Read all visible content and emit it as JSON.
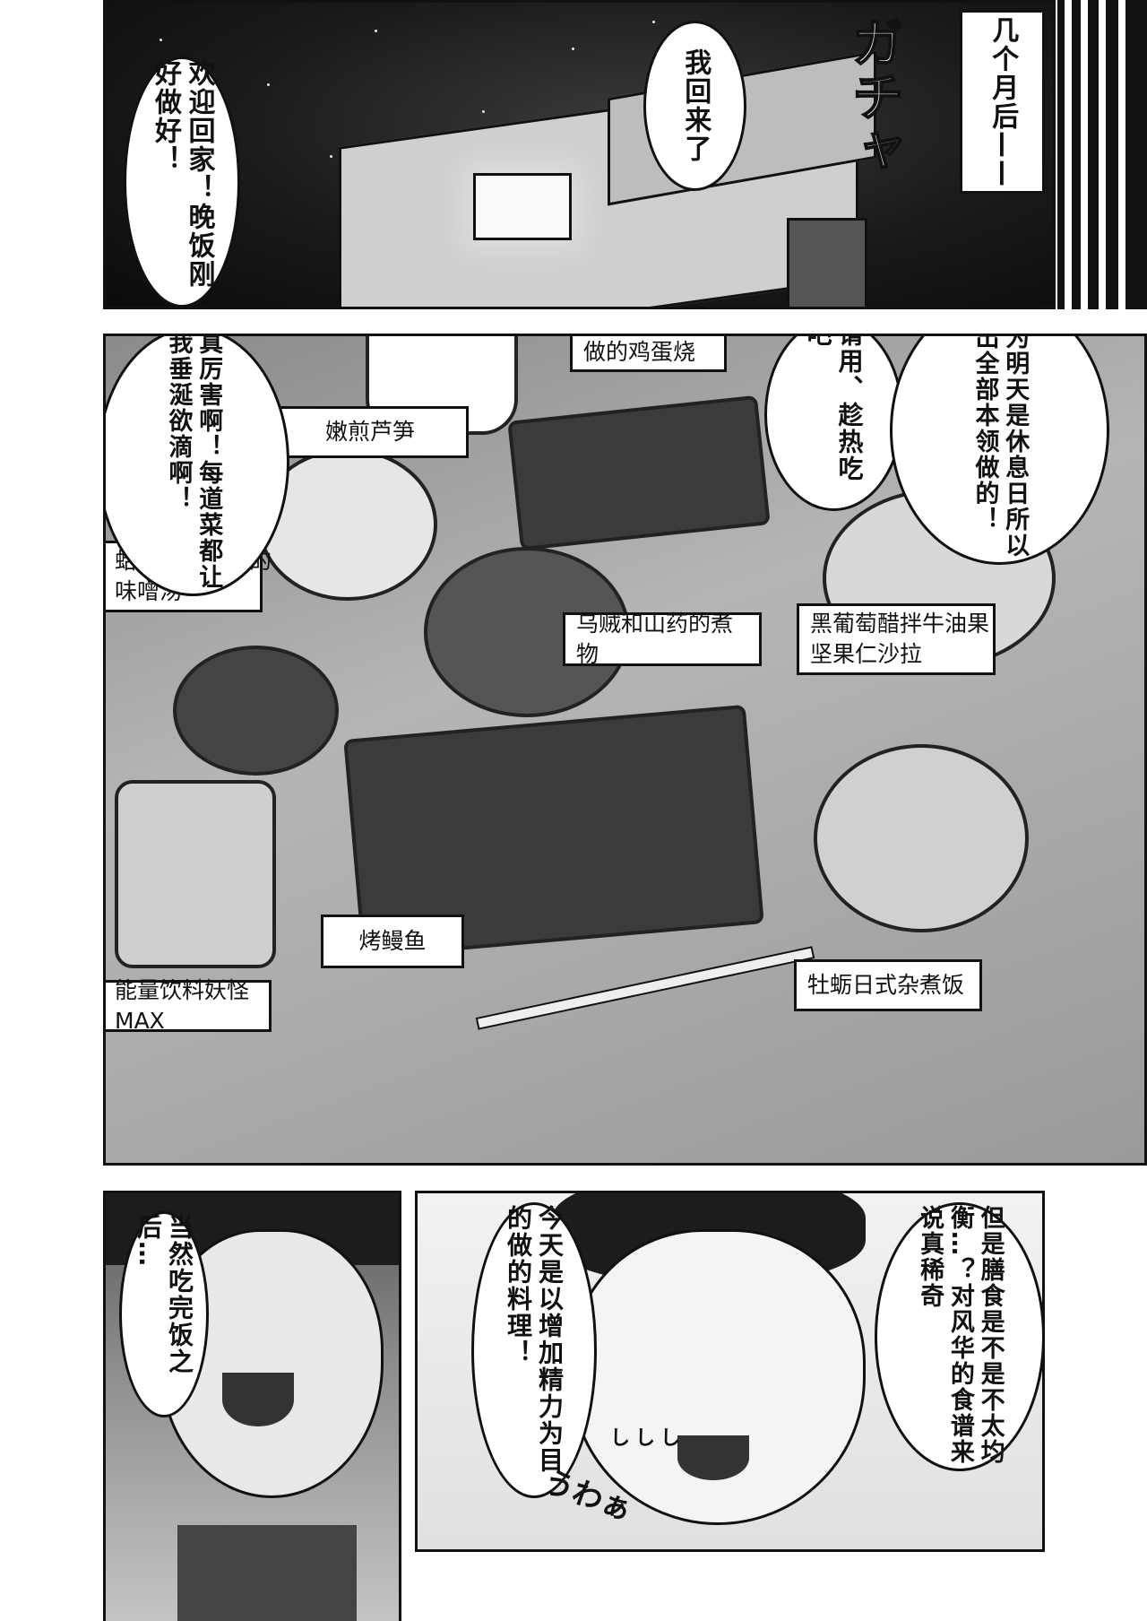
{
  "panel1": {
    "caption_time": "几个月后——",
    "sfx_door": "ガチャ",
    "bubble_return": "我回来了",
    "bubble_welcome": "欢迎回家！晚饭刚好做好！"
  },
  "panel2": {
    "bubble_reason": "因为明天是休息日所以拿出全部本领做的！",
    "bubble_please": "请用、趁热吃吧",
    "bubble_amazing": "真厉害啊！每道菜都让我垂涎欲滴啊！",
    "dishes": [
      "猪肉起司\n做的鸡蛋烧",
      "嫩煎芦笋",
      "蛤蜊油炸豆腐的\n味噌汤",
      "乌贼和山药的煮物",
      "黑葡萄醋拌牛油果\n坚果仁沙拉",
      "能量饮料妖怪MAX",
      "烤鳗鱼",
      "牡蛎日式杂煮饭"
    ]
  },
  "panel3": {
    "bubble_after": "当然吃完饭之后…"
  },
  "panel4": {
    "bubble_purpose": "今天是以增加精力为目的做的料理！",
    "bubble_balance": "但是膳食是不是不太均衡…？对风华的食谱来说真稀奇",
    "sfx_wow": "うわぁ",
    "sfx_sweat": "ししし"
  }
}
